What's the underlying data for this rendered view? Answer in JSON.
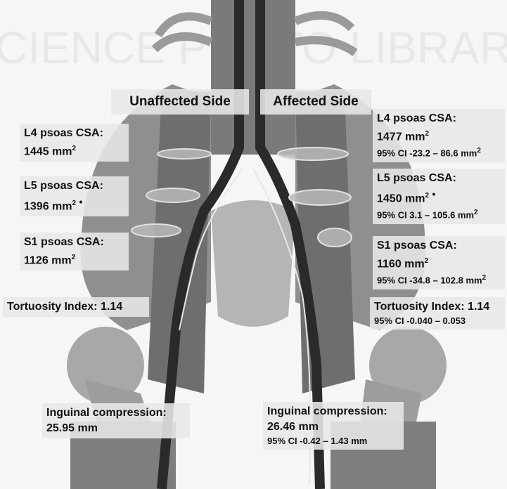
{
  "headers": {
    "unaffected": "Unaffected Side",
    "affected": "Affected Side"
  },
  "unaffected": {
    "l4": {
      "title": "L4 psoas CSA:",
      "value": "1445 mm",
      "exp": "2"
    },
    "l5": {
      "title": "L5 psoas CSA:",
      "value": "1396 mm",
      "exp": "2",
      "marker": "•"
    },
    "s1": {
      "title": "S1 psoas CSA:",
      "value": "1126 mm",
      "exp": "2"
    },
    "tortuosity": "Tortuosity Index: 1.14",
    "inguinal": {
      "title": "Inguinal compression:",
      "value": "25.95 mm"
    }
  },
  "affected": {
    "l4": {
      "title": "L4 psoas CSA:",
      "value": "1477 mm",
      "exp": "2",
      "ci": "95% CI -23.2 – 86.6 mm",
      "ci_exp": "2"
    },
    "l5": {
      "title": "L5 psoas CSA:",
      "value": "1450 mm",
      "exp": "2",
      "marker": "•",
      "ci": "95% CI 3.1 – 105.6 mm",
      "ci_exp": "2"
    },
    "s1": {
      "title": "S1 psoas CSA:",
      "value": "1160 mm",
      "exp": "2",
      "ci": "95% CI -34.8 – 102.8 mm",
      "ci_exp": "2"
    },
    "tortuosity": {
      "title": "Tortuosity Index: 1.14",
      "ci": "95% CI -0.040 – 0.053"
    },
    "inguinal": {
      "title": "Inguinal compression:",
      "value": "26.46 mm",
      "ci": "95% CI -0.42 – 1.43 mm"
    }
  },
  "watermark": "SCIENCE PHOTO LIBRARY",
  "colors": {
    "bone": "#c9c9c9",
    "muscle": "#8a8a8a",
    "vessel": "#2e2e2e",
    "ellipse": "#b9b9b9"
  }
}
